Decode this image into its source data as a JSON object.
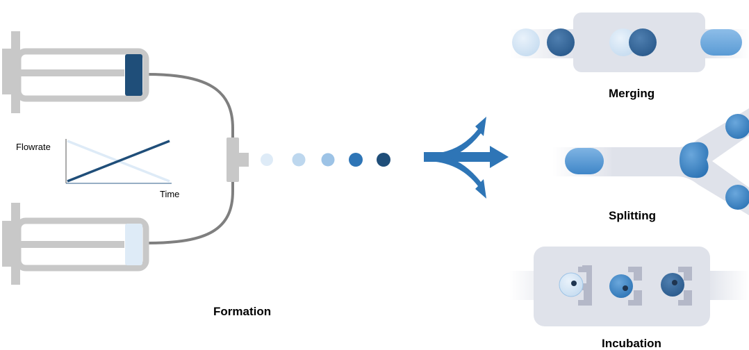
{
  "formation": {
    "label": "Formation",
    "chart": {
      "ylabel": "Flowrate",
      "xlabel": "Time"
    }
  },
  "operations": {
    "merging": {
      "label": "Merging"
    },
    "splitting": {
      "label": "Splitting"
    },
    "incubation": {
      "label": "Incubation"
    }
  },
  "colors": {
    "dark_blue": "#1f4e79",
    "mid_blue": "#2e75b6",
    "light_blue": "#9dc3e6",
    "pale_blue": "#deebf7",
    "channel_gray": "#dfe2ea",
    "syringe_gray": "#c8c8c8",
    "tube_gray": "#7f7f7f"
  }
}
